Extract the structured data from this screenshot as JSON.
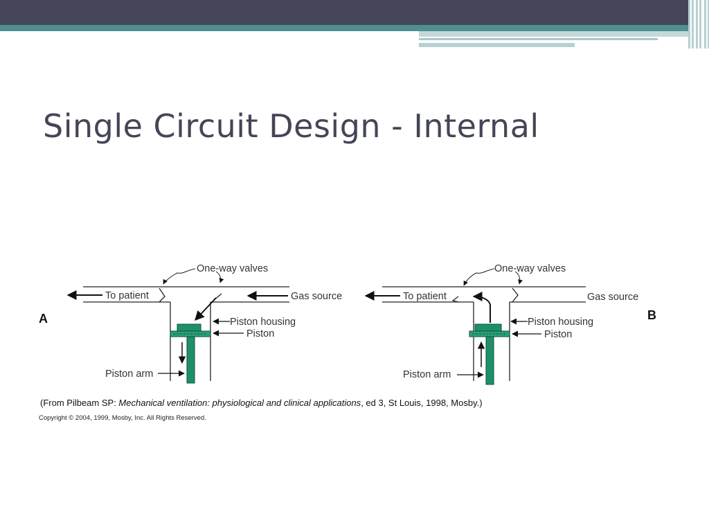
{
  "slide": {
    "title": "Single Circuit Design - Internal"
  },
  "panel_a": {
    "letter": "A",
    "labels": {
      "valves": "One-way valves",
      "to_patient": "To patient",
      "gas_source": "Gas source",
      "piston_housing": "Piston housing",
      "piston": "Piston",
      "piston_arm": "Piston arm"
    }
  },
  "panel_b": {
    "letter": "B",
    "labels": {
      "valves": "One-way valves",
      "to_patient": "To patient",
      "gas_source": "Gas source",
      "piston_housing": "Piston housing",
      "piston": "Piston",
      "piston_arm": "Piston arm"
    }
  },
  "citation": {
    "prefix": "(From Pilbeam SP: ",
    "book": "Mechanical ventilation: physiological and clinical applications",
    "suffix": ", ed 3, St Louis, 1998, Mosby.)"
  },
  "copyright": "Copyright © 2004, 1999, Mosby, Inc. All Rights Reserved.",
  "colors": {
    "header_dark": "#444657",
    "header_teal": "#4f8f90",
    "piston_green": "#1f8f6a"
  }
}
